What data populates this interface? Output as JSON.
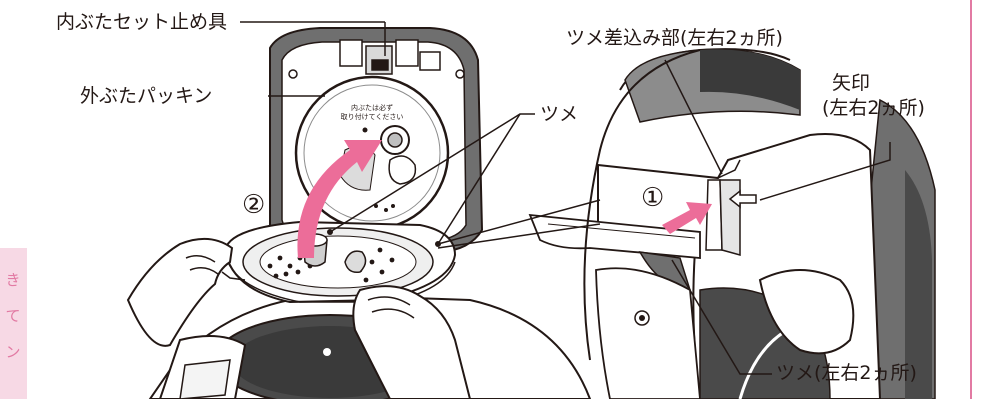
{
  "labels": {
    "inner_lid_stopper": "内ぶたセット止め具",
    "outer_lid_packing": "外ぶたパッキン",
    "claw": "ツメ",
    "claw_insert": "ツメ差込み部(左右2ヵ所)",
    "arrow_mark_line1": "矢印",
    "arrow_mark_line2": "(左右2ヵ所)",
    "claw_lr": "ツメ(左右2ヵ所)",
    "step1": "①",
    "step2": "②"
  },
  "sidebar_chars": [
    "き",
    "て",
    "ン"
  ],
  "lid_text_line1": "内ぶたは必ず",
  "lid_text_line2": "取り付けてください",
  "colors": {
    "accent": "#e5317c",
    "arrow_fill": "#ec6d99",
    "sidebar_bg": "#f7d9e5",
    "line": "#231815",
    "shade": "#8c8c8c"
  }
}
